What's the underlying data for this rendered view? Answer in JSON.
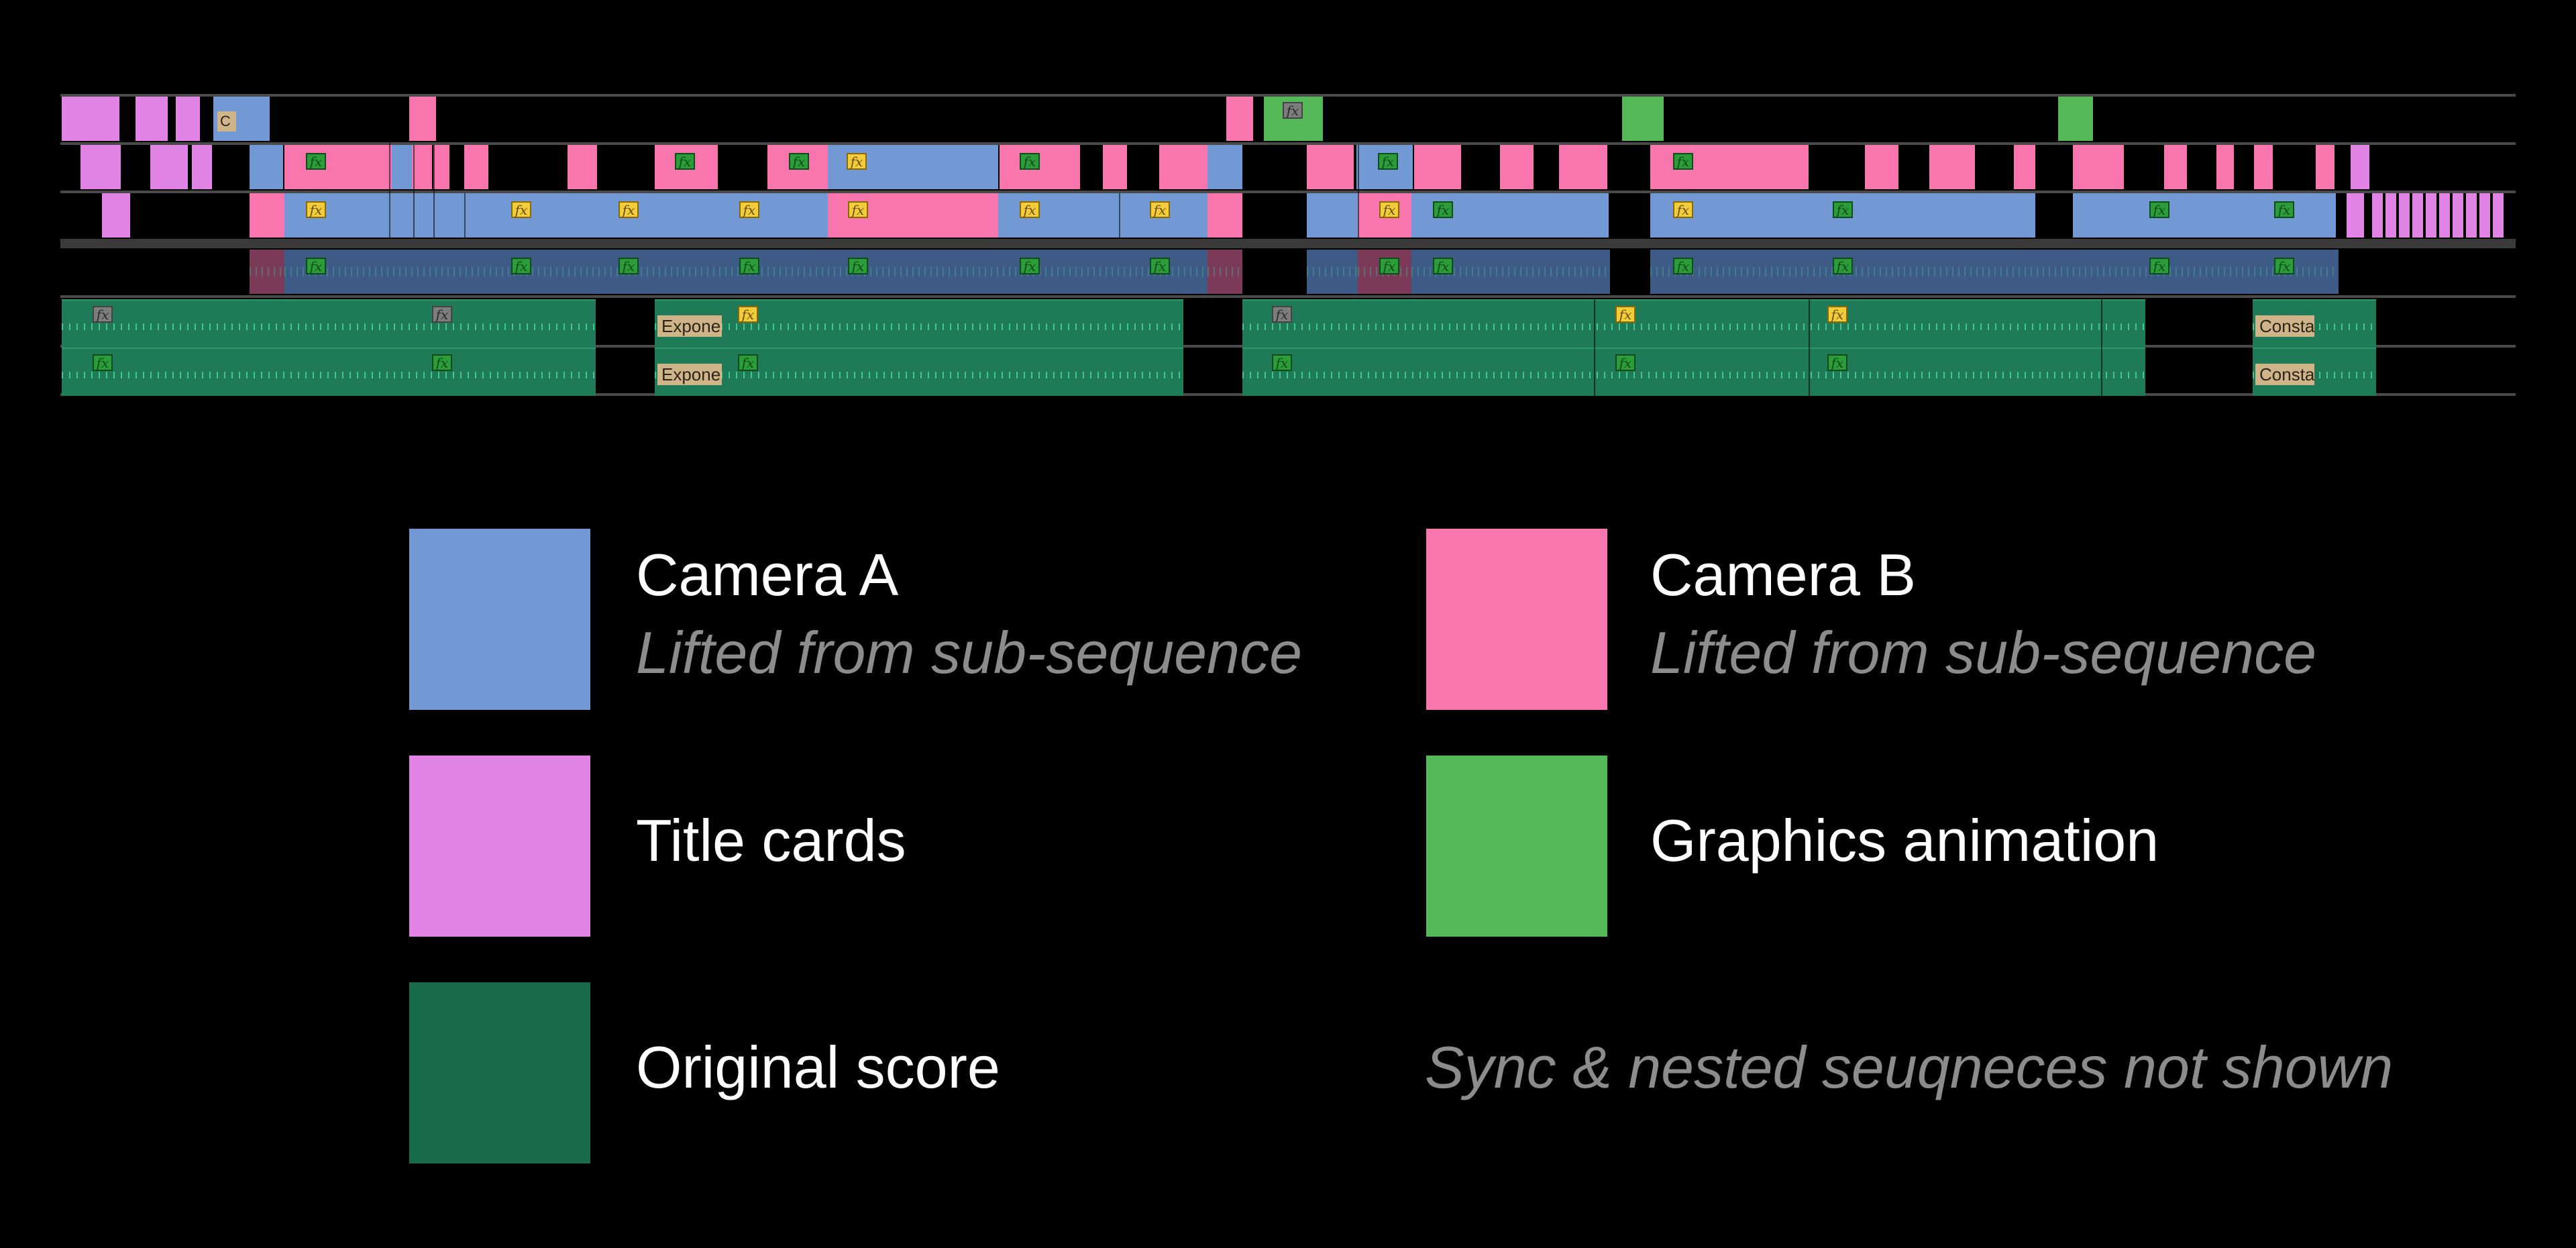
{
  "colors": {
    "camera_a": "#7299d4",
    "camera_b": "#f875ad",
    "title_cards": "#e283e6",
    "graphics": "#55b958",
    "score": "#176b4a",
    "waveform": "#3fc88f",
    "audio_lane": "#3e5a86",
    "audio_lane_b": "#7a3a58",
    "score_clip": "#1f7a57",
    "fx_yellow": "#f2cc3b",
    "fx_green": "#2c9b3a",
    "fx_gray": "#7d7d7d"
  },
  "timeline": {
    "fx_glyph": "fx",
    "labels": {
      "expone": "Expone",
      "consta": "Consta",
      "c": "C"
    }
  },
  "legend": {
    "camera_a": {
      "title": "Camera A",
      "subtitle": "Lifted from sub-sequence"
    },
    "camera_b": {
      "title": "Camera B",
      "subtitle": "Lifted from sub-sequence"
    },
    "title_cards": {
      "title": "Title cards"
    },
    "graphics": {
      "title": "Graphics animation"
    },
    "score": {
      "title": "Original score"
    },
    "note": "Sync & nested seuqneces not shown"
  }
}
